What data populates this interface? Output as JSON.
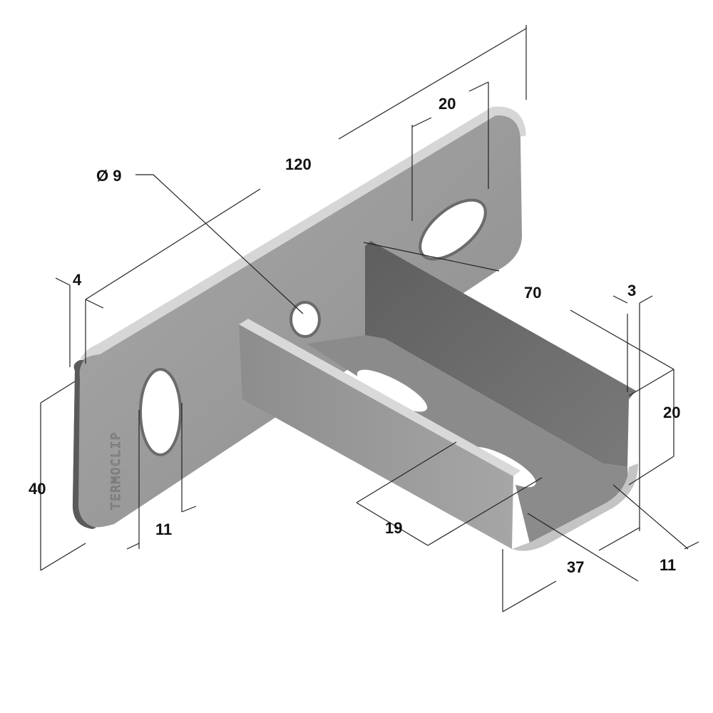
{
  "title": "TERMOCLIP wall bracket dimensioned drawing",
  "engraving": "TERMOCLIP",
  "dimensions": {
    "length_120": "120",
    "slot_20_top": "20",
    "hole_dia": "Ø 9",
    "thickness_4": "4",
    "depth_70": "70",
    "wall_3": "3",
    "height_20": "20",
    "height_40": "40",
    "slot_11_left": "11",
    "slot_19": "19",
    "width_37": "37",
    "slot_11_right": "11"
  },
  "colors": {
    "metal_light": "#c9c9c9",
    "metal_mid": "#9a9a9a",
    "metal_dark": "#6e6e6e",
    "line": "#222222"
  }
}
